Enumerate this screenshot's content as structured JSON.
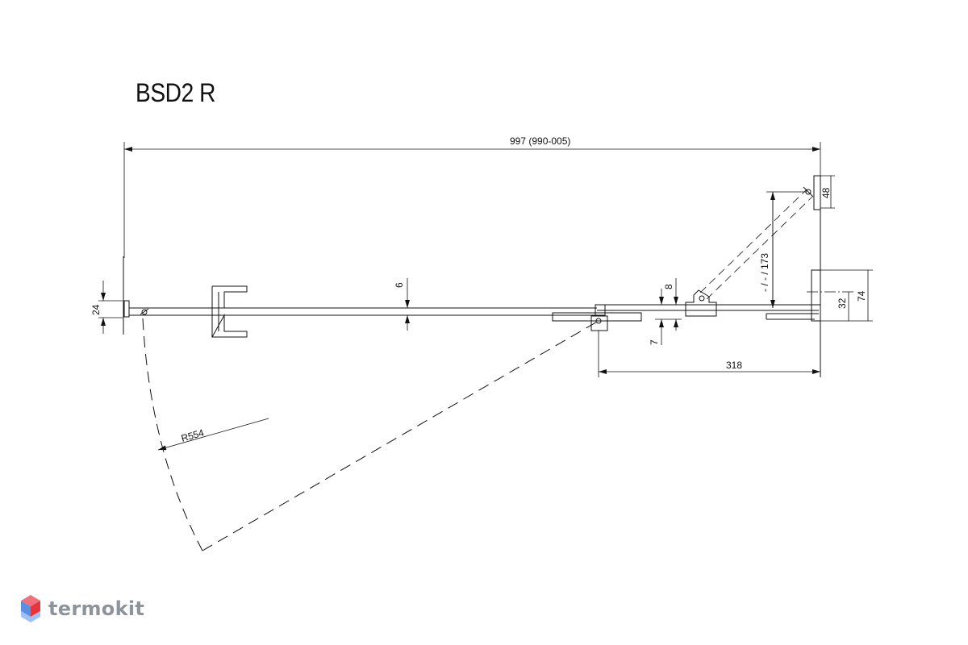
{
  "title": "BSD2 R",
  "dimensions": {
    "overall_width": "997 (990-005)",
    "profile_depth": "24",
    "glass_thickness": "6",
    "fixed_offset": "8",
    "fixed_offset_low": "7",
    "fixed_panel_width": "318",
    "opening_angle": "- / - / 173",
    "hinge_depth": "48",
    "wall_offset": "32",
    "wall_profile": "74",
    "radius": "R554"
  },
  "logo": {
    "text": "termokit",
    "colors": {
      "top": "#f1707a",
      "right": "#e7353f",
      "left": "#5b8fe0",
      "bottom": "#9ec2f5"
    }
  }
}
